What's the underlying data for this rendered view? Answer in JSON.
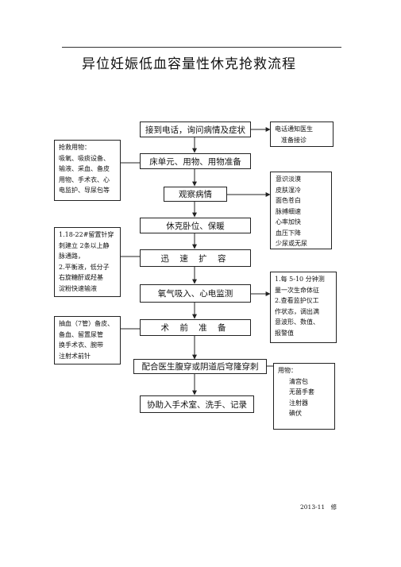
{
  "title": "异位妊娠低血容量性休克抢救流程",
  "steps": [
    "接到电话，询问病情及症状",
    "床单元、用物、用物准备",
    "观察病情",
    "休克卧位、保暖",
    "迅 速 扩 容",
    "氧气吸入、心电监测",
    "术 前 准 备",
    "配合医生腹穿或阴道后穹隆穿刺",
    "协助入手术室、洗手、记录"
  ],
  "notes": {
    "notify": [
      "电话通知医生",
      "准备接诊"
    ],
    "supplies": [
      "抢救用物：",
      "吸氧、吸痰设备、",
      "输液、采血、备皮",
      "用物、手术衣、心",
      "电监护、导尿包等"
    ],
    "observe": [
      "意识淡漠",
      "皮肤湿冷",
      "面色苍白",
      "脉搏细速",
      "心率加快",
      "血压下降",
      "少尿或无尿"
    ],
    "fluids": [
      "1.18-22#留置针穿",
      "刺建立 2条以上静",
      "脉通路，",
      "2.平衡液，低分子",
      "右旋糖酐或羟基",
      "淀粉快速输液"
    ],
    "monitor": [
      "1.每 5-10 分钟测",
      "量一次生命体征",
      "2.查看监护仪工",
      "作状态，调出满",
      "意波形、数值、",
      "报警值"
    ],
    "preop": [
      "抽血（7管）备皮、",
      "备血、留置尿管",
      "换手术衣、腕带",
      "注射术前针"
    ],
    "items": [
      "用物：",
      "清宫包",
      "无菌手套",
      "注射器",
      "碘伏"
    ]
  },
  "footer": "2013-11　修"
}
